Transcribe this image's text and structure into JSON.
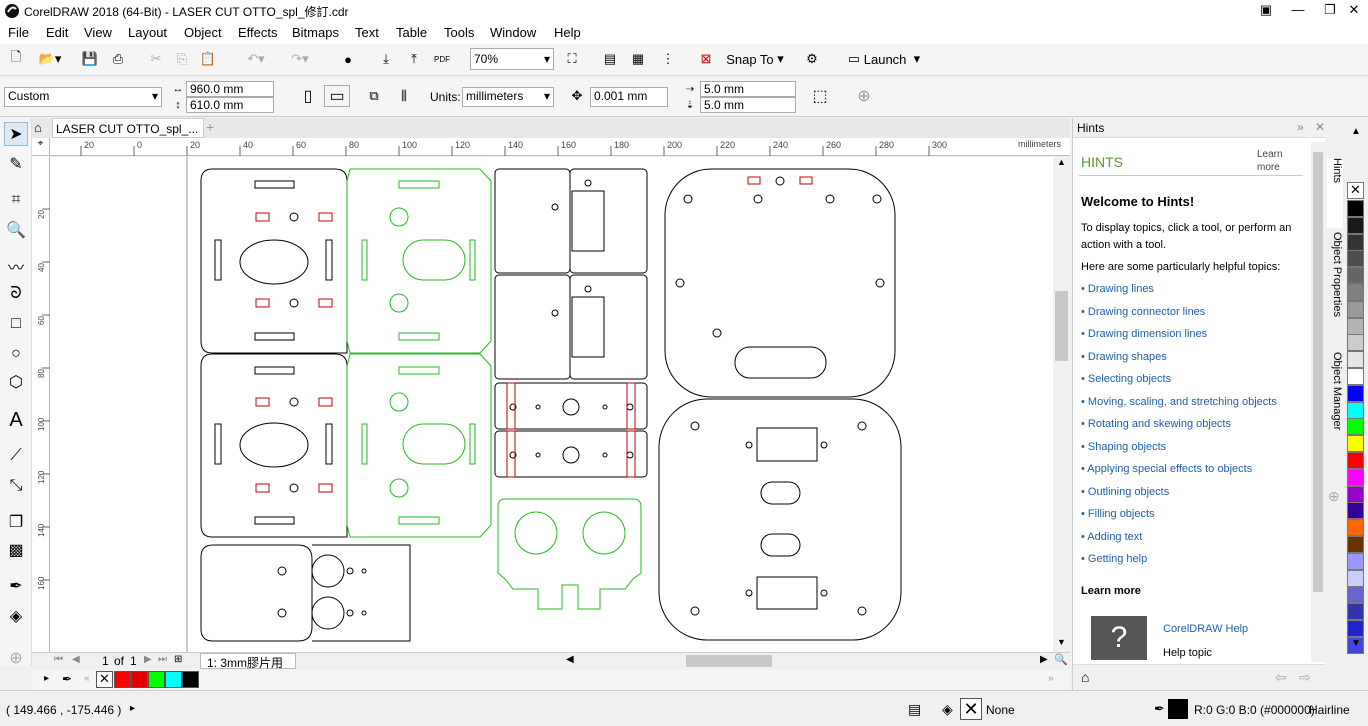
{
  "window": {
    "title": "CorelDRAW 2018 (64-Bit) - LASER CUT OTTO_spl_修訂.cdr"
  },
  "menu": [
    "File",
    "Edit",
    "View",
    "Layout",
    "Object",
    "Effects",
    "Bitmaps",
    "Text",
    "Table",
    "Tools",
    "Window",
    "Help"
  ],
  "toolbar": {
    "zoom": "70%",
    "snap_label": "Snap To",
    "launch_label": "Launch",
    "pdf_label": "PDF"
  },
  "property_bar": {
    "page_preset": "Custom",
    "width": "960.0 mm",
    "height": "610.0 mm",
    "units_label": "Units:",
    "units": "millimeters",
    "nudge": "0.001 mm",
    "dup_x": "5.0 mm",
    "dup_y": "5.0 mm"
  },
  "document": {
    "tab": "LASER CUT OTTO_spl_..."
  },
  "ruler": {
    "h_ticks": [
      "40",
      "20",
      "0",
      "20",
      "40",
      "60",
      "80",
      "100",
      "120",
      "140",
      "160",
      "180",
      "200",
      "220",
      "240",
      "260",
      "280",
      "300"
    ],
    "h_unit": "millimeters",
    "v_ticks": [
      "20",
      "40",
      "60",
      "80",
      "100",
      "120",
      "140",
      "160"
    ]
  },
  "pages": {
    "current": "1",
    "of_label": "of",
    "total": "1",
    "page_tab": "1: 3mm膠片用"
  },
  "hints": {
    "docker_title": "Hints",
    "heading": "HINTS",
    "learn_more_top": "Learn more",
    "welcome": "Welcome to Hints!",
    "intro": "To display topics, click a tool, or perform an action with a tool.",
    "topics_intro": "Here are some particularly helpful topics:",
    "topics": [
      "Drawing lines",
      "Drawing connector lines",
      "Drawing dimension lines",
      "Drawing shapes",
      "Selecting objects",
      "Moving, scaling, and stretching objects",
      "Rotating and skewing objects",
      "Shaping objects",
      "Applying special effects to objects",
      "Outlining objects",
      "Filling objects",
      "Adding text",
      "Getting help"
    ],
    "learn_more": "Learn more",
    "help_link": "CorelDRAW Help",
    "help_topic": "Help topic"
  },
  "docker_tabs": [
    "Hints",
    "Object Properties",
    "Object Manager"
  ],
  "status": {
    "coords": "( 149.466 , -175.446 )",
    "fill_label": "None",
    "outline_color": "R:0 G:0 B:0 (#000000)",
    "outline_width": "Hairline"
  },
  "colors": {
    "accent_green": "#5b9b2a",
    "cut_red": "#c00000",
    "cut_green": "#22bb22",
    "right_palette": [
      "#000000",
      "#1a1a1a",
      "#333333",
      "#4d4d4d",
      "#666666",
      "#808080",
      "#999999",
      "#b3b3b3",
      "#cccccc",
      "#e6e6e6",
      "#ffffff",
      "#0000ff",
      "#00ffff",
      "#00ff00",
      "#ffff00",
      "#ff0000",
      "#ff00ff",
      "#9900cc",
      "#330099",
      "#ff6600",
      "#663300",
      "#9999ff",
      "#ccccff",
      "#6666cc",
      "#3333aa",
      "#2222cc",
      "#4444dd"
    ],
    "doc_palette": [
      "#ff0000",
      "#e00000",
      "#00ff00",
      "#00ffff",
      "#000000"
    ]
  }
}
